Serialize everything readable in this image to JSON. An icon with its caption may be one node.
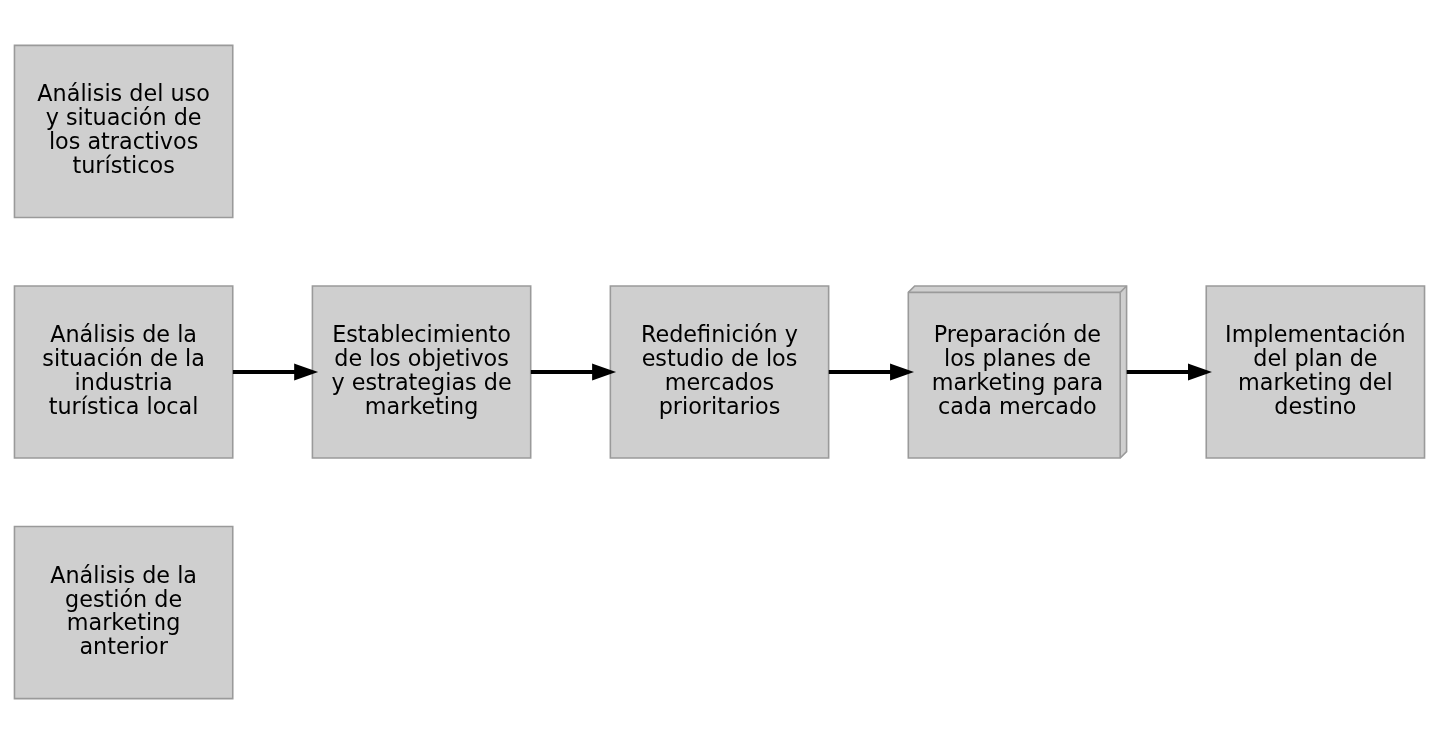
{
  "diagram": {
    "nodes": [
      {
        "text": [
          "Análisis de la gestión de marketing anterior"
        ]
      },
      {
        "text": [
          "Análisis de la situación de la industria turística local"
        ]
      },
      {
        "text": [
          "Establecimiento de los objetivos y estrategias de marketing"
        ]
      },
      {
        "text": [
          "Redefinición y estudio de los mercados prioritarios"
        ]
      },
      {
        "text": [
          "Preparación de los planes de marketing para cada mercado"
        ]
      },
      {
        "text": [
          "Implementación del plan de marketing del destino"
        ]
      },
      {
        "text": [
          "Análisis del uso y situación de los atractivos turísticos"
        ]
      }
    ],
    "edges": [
      {
        "from": 1,
        "to": 2,
        "arrow": "to"
      },
      {
        "from": 2,
        "to": 3,
        "arrow": "to"
      },
      {
        "from": 3,
        "to": 4,
        "arrow": "to"
      },
      {
        "from": 4,
        "to": 5,
        "arrow": "to"
      }
    ]
  }
}
